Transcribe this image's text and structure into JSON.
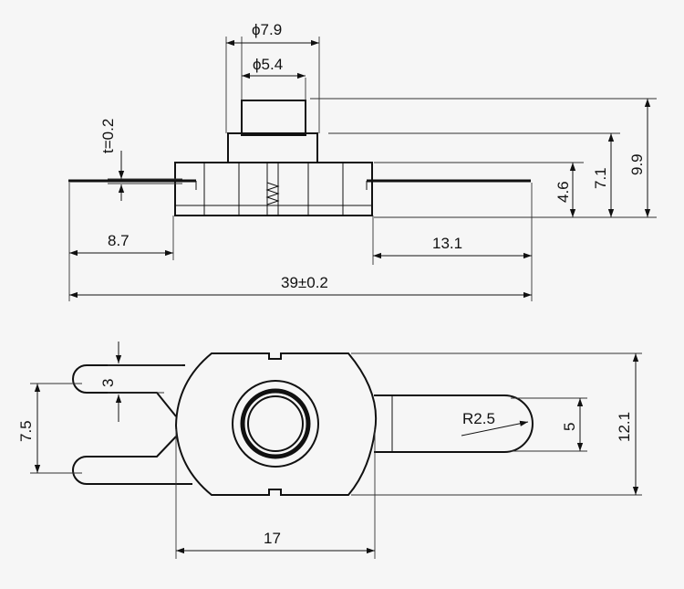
{
  "drawing": {
    "top_view": {
      "dimensions": {
        "outer_diameter": "ϕ7.9",
        "inner_diameter": "ϕ5.4",
        "thickness": "t=0.2",
        "left_offset": "8.7",
        "right_offset": "13.1",
        "overall_length": "39±0.2",
        "terminal_height": "4.6",
        "body_height": "7.1",
        "total_height": "9.9"
      }
    },
    "bottom_view": {
      "dimensions": {
        "slot_width": "3",
        "fork_span": "7.5",
        "tab_radius": "R2.5",
        "tab_width": "5",
        "body_height": "12.1",
        "body_width": "17"
      }
    }
  },
  "colors": {
    "line": "#111111",
    "paper": "#f6f6f6"
  }
}
